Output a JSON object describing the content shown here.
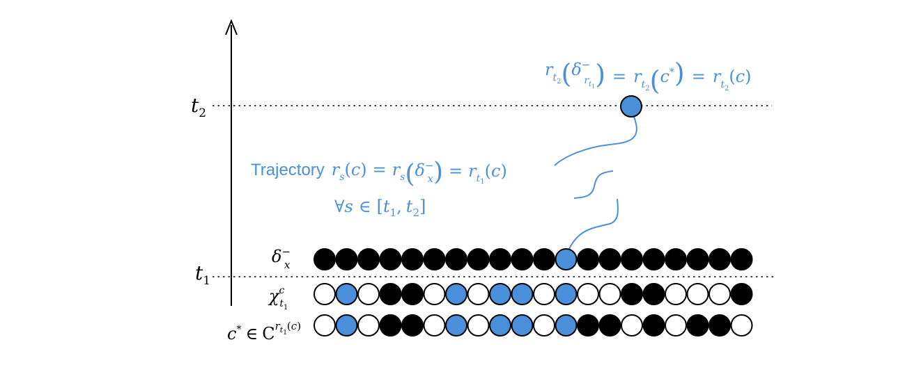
{
  "colors": {
    "blue": "#4a8fd9",
    "black": "#000000",
    "white": "#ffffff",
    "label_blue": "#4a8fd9"
  },
  "labels": {
    "t2": "t",
    "t2_sub": "2",
    "t1": "t",
    "t1_sub": "1",
    "top_formula": {
      "r": "r",
      "t2": "t",
      "t2sub": "2",
      "delta": "δ",
      "minus": "−",
      "rsub": "r",
      "tsub": "t",
      "one": "1",
      "eq": "=",
      "cstar": "c",
      "star": "*",
      "c": "c",
      "lp": "(",
      "rp": ")"
    },
    "trajectory_word": "Trajectory",
    "trajectory": {
      "r": "r",
      "s": "s",
      "c": "c",
      "eq": "=",
      "delta": "δ",
      "minus": "−",
      "x": "x",
      "t": "t",
      "one": "1",
      "lp": "(",
      "rp": ")"
    },
    "forall": {
      "sym": "∀",
      "s": "s",
      "in": "∈",
      "lb": "[",
      "t": "t",
      "one": "1",
      "comma": ",",
      "two": "2",
      "rb": "]"
    },
    "row1": {
      "delta": "δ",
      "minus": "−",
      "x": "x"
    },
    "row2": {
      "chi": "χ",
      "c": "c",
      "t": "t",
      "one": "1"
    },
    "row3": {
      "c": "c",
      "star": "*",
      "in": "∈",
      "C": "C",
      "r": "r",
      "t": "t",
      "one": "1",
      "lp": "(",
      "cc": "c",
      "rp": ")"
    }
  },
  "rows": {
    "delta_x": [
      "k",
      "k",
      "k",
      "k",
      "k",
      "k",
      "k",
      "k",
      "k",
      "k",
      "k",
      "b",
      "k",
      "k",
      "k",
      "k",
      "k",
      "k",
      "k",
      "k"
    ],
    "chi_t1": [
      "w",
      "b",
      "w",
      "k",
      "k",
      "w",
      "b",
      "w",
      "b",
      "b",
      "w",
      "b",
      "w",
      "w",
      "k",
      "k",
      "w",
      "w",
      "w",
      "k"
    ],
    "c_star": [
      "w",
      "b",
      "w",
      "k",
      "k",
      "w",
      "b",
      "w",
      "b",
      "b",
      "w",
      "b",
      "k",
      "k",
      "w",
      "k",
      "w",
      "k",
      "k",
      "w"
    ]
  },
  "highlight": {
    "state": "b"
  }
}
